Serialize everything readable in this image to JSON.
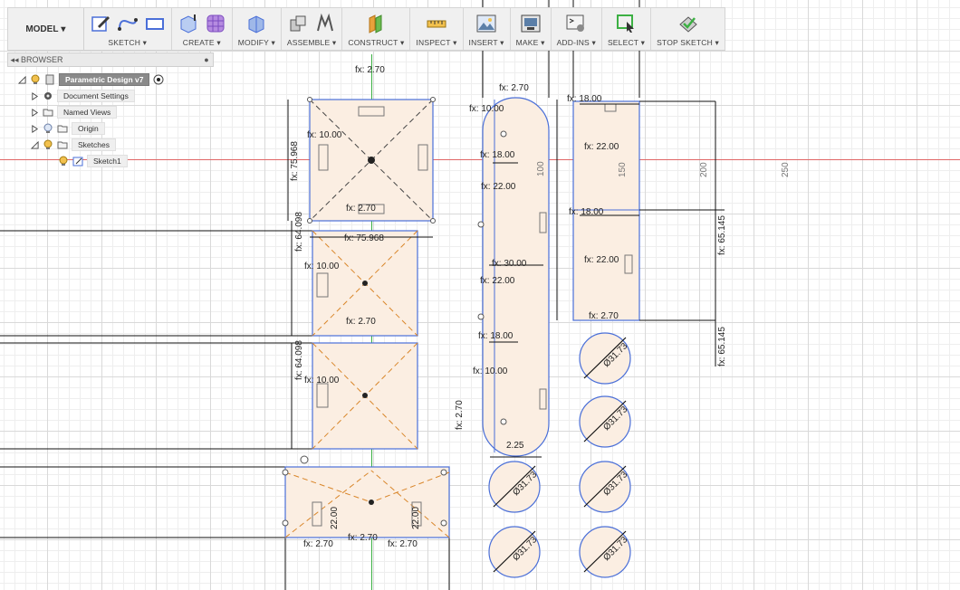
{
  "toolbar": {
    "model_label": "MODEL",
    "groups": [
      {
        "label": "SKETCH ▾"
      },
      {
        "label": "CREATE ▾"
      },
      {
        "label": "MODIFY ▾"
      },
      {
        "label": "ASSEMBLE ▾"
      },
      {
        "label": "CONSTRUCT ▾"
      },
      {
        "label": "INSPECT ▾"
      },
      {
        "label": "INSERT ▾"
      },
      {
        "label": "MAKE ▾"
      },
      {
        "label": "ADD-INS ▾"
      },
      {
        "label": "SELECT ▾"
      },
      {
        "label": "STOP SKETCH ▾"
      }
    ]
  },
  "browser": {
    "title": "BROWSER",
    "root": "Parametric Design v7",
    "items": [
      {
        "label": "Document Settings",
        "icon": "gear-icon"
      },
      {
        "label": "Named Views",
        "icon": "folder-icon"
      },
      {
        "label": "Origin",
        "icon": "folder-icon"
      },
      {
        "label": "Sketches",
        "icon": "folder-icon"
      },
      {
        "label": "Sketch1",
        "icon": "sketch-icon"
      }
    ]
  },
  "canvas": {
    "dimensions": {
      "d_fx_2_70_top": "fx: 2.70",
      "d_fx_10_00_a": "fx: 10.00",
      "d_fx_75_968_v": "fx: 75.968",
      "d_fx_2_70_b": "fx: 2.70",
      "d_fx_75_968_h": "fx: 75.968",
      "d_fx_64_098_a": "fx: 64.098",
      "d_fx_10_00_b": "fx: 10.00",
      "d_fx_2_70_c": "fx: 2.70",
      "d_fx_64_098_b": "fx: 64.098",
      "d_fx_10_00_c": "fx: 10.00",
      "d_22_00_a": "22.00",
      "d_22_00_b": "22.00",
      "d_fx_2_70_bl": "fx: 2.70",
      "d_fx_2_70_bm": "fx: 2.70",
      "d_fx_2_70_br": "fx: 2.70",
      "d_fx_2_70_mid": "fx: 2.70",
      "d_fx_10_00_mid": "fx: 10.00",
      "d_fx_18_00_a": "fx: 18.00",
      "d_fx_22_00_a": "fx: 22.00",
      "d_fx_30_00": "fx: 30.00",
      "d_fx_22_00_b": "fx: 22.00",
      "d_fx_18_00_b": "fx: 18.00",
      "d_fx_10_00_low": "fx: 10.00",
      "d_100": "100",
      "d_2_25": "2.25",
      "d_fx_18_00_r1": "fx: 18.00",
      "d_fx_22_00_r1": "fx: 22.00",
      "d_fx_18_00_r2": "fx: 18.00",
      "d_fx_22_00_r2": "fx: 22.00",
      "d_fx_2_70_r": "fx: 2.70",
      "d_150": "150",
      "d_200": "200",
      "d_250": "250",
      "d_fx_65_145_a": "fx: 65.145",
      "d_fx_65_145_b": "fx: 65.145",
      "d_circle": "Ø31.73",
      "d_fx_2_70_side": "fx: 2.70"
    }
  },
  "colors": {
    "panel_fill": "#fbeee2",
    "panel_stroke": "#4a6fd8",
    "construction": "#d9862a",
    "dim_line": "#111111",
    "x_axis": "#e06666",
    "y_axis": "#3cb043"
  }
}
